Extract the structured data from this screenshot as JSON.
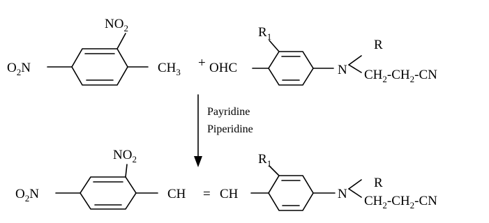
{
  "reaction": {
    "reactant1": {
      "nitro_top": {
        "main": "NO",
        "sub": "2"
      },
      "nitro_left": {
        "pre": "O",
        "sub": "2",
        "post": "N"
      },
      "methyl": {
        "main": "CH",
        "sub": "3"
      }
    },
    "plus": "+",
    "reactant2": {
      "aldehyde": "OHC",
      "r1": {
        "main": "R",
        "sub": "1"
      },
      "amine_n": "N",
      "amine_r": "R",
      "chain": {
        "a": "CH",
        "a_sub": "2",
        "b": "-CH",
        "b_sub": "2",
        "c": "-CN"
      }
    },
    "conditions": [
      "Payridine",
      "Piperidine"
    ],
    "product": {
      "nitro_top": {
        "main": "NO",
        "sub": "2"
      },
      "nitro_left": {
        "pre": "O",
        "sub": "2",
        "post": "N"
      },
      "vinyl_left": "CH",
      "equals": "=",
      "vinyl_right": "CH",
      "r1": {
        "main": "R",
        "sub": "1"
      },
      "amine_n": "N",
      "amine_r": "R",
      "chain": {
        "a": "CH",
        "a_sub": "2",
        "b": "-CH",
        "b_sub": "2",
        "c": "-CN"
      }
    }
  }
}
